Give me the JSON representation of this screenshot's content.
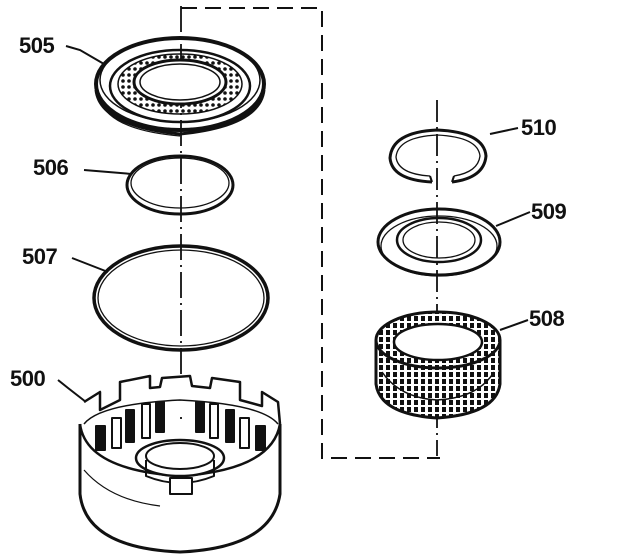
{
  "diagram": {
    "labels": {
      "p505": "505",
      "p506": "506",
      "p507": "507",
      "p500": "500",
      "p510": "510",
      "p509": "509",
      "p508": "508"
    },
    "colors": {
      "ink": "#111111",
      "background": "#ffffff"
    }
  }
}
